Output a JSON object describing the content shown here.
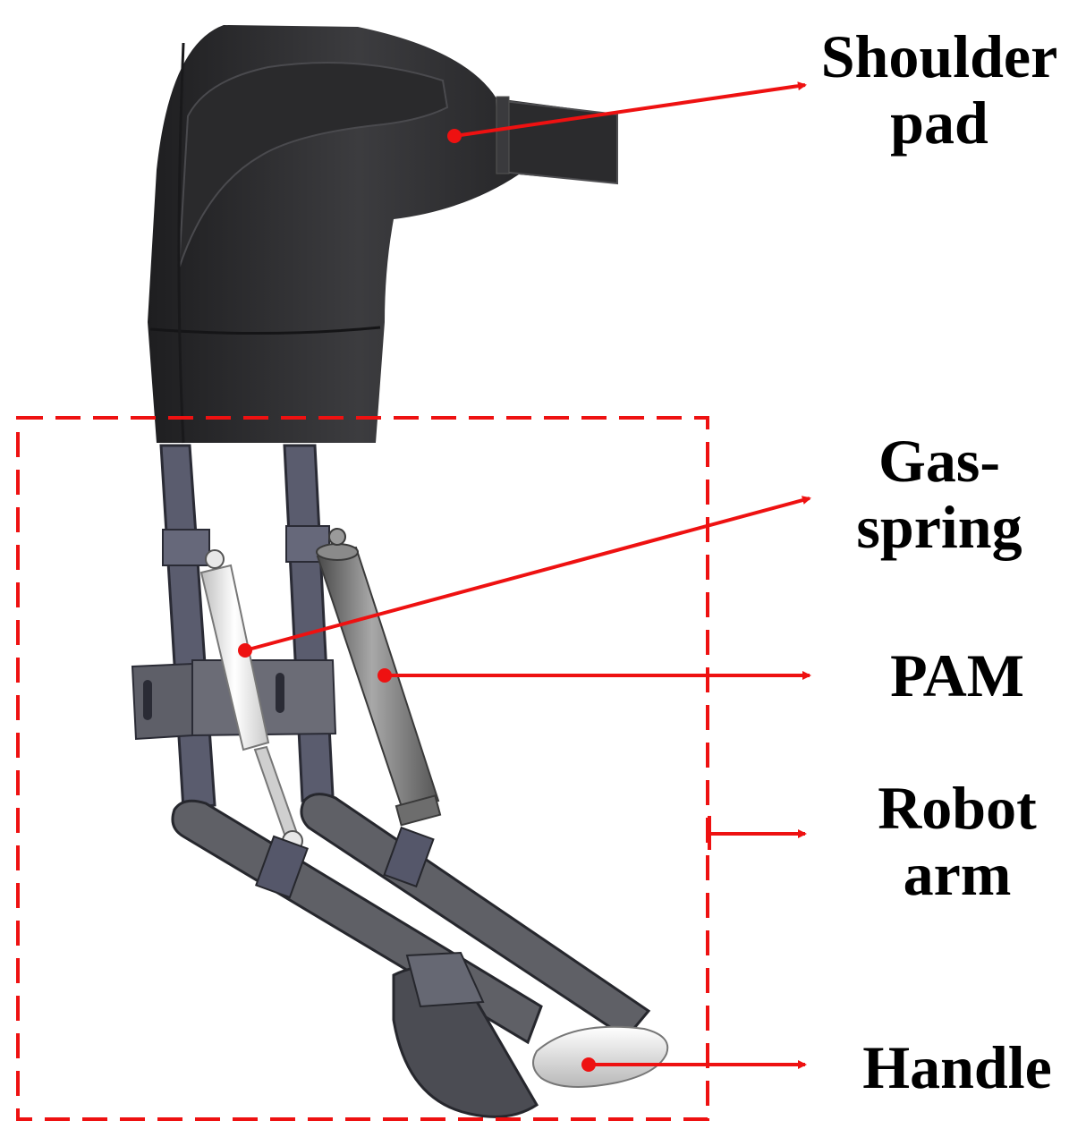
{
  "colors": {
    "annotation": "#ee1111",
    "label_text": "#000000",
    "shoulder_pad": "#2f2f31",
    "frame": "#5a5c6e",
    "pam": "#7b7b7b",
    "gas_spring": "#f2f2f2",
    "background": "#ffffff"
  },
  "labels": {
    "shoulder_pad": {
      "line1": "Shoulder",
      "line2": "pad"
    },
    "gas_spring": {
      "line1": "Gas-",
      "line2": "spring"
    },
    "pam": {
      "line1": "PAM"
    },
    "robot_arm": {
      "line1": "Robot",
      "line2": "arm"
    },
    "handle": {
      "line1": "Handle"
    }
  }
}
